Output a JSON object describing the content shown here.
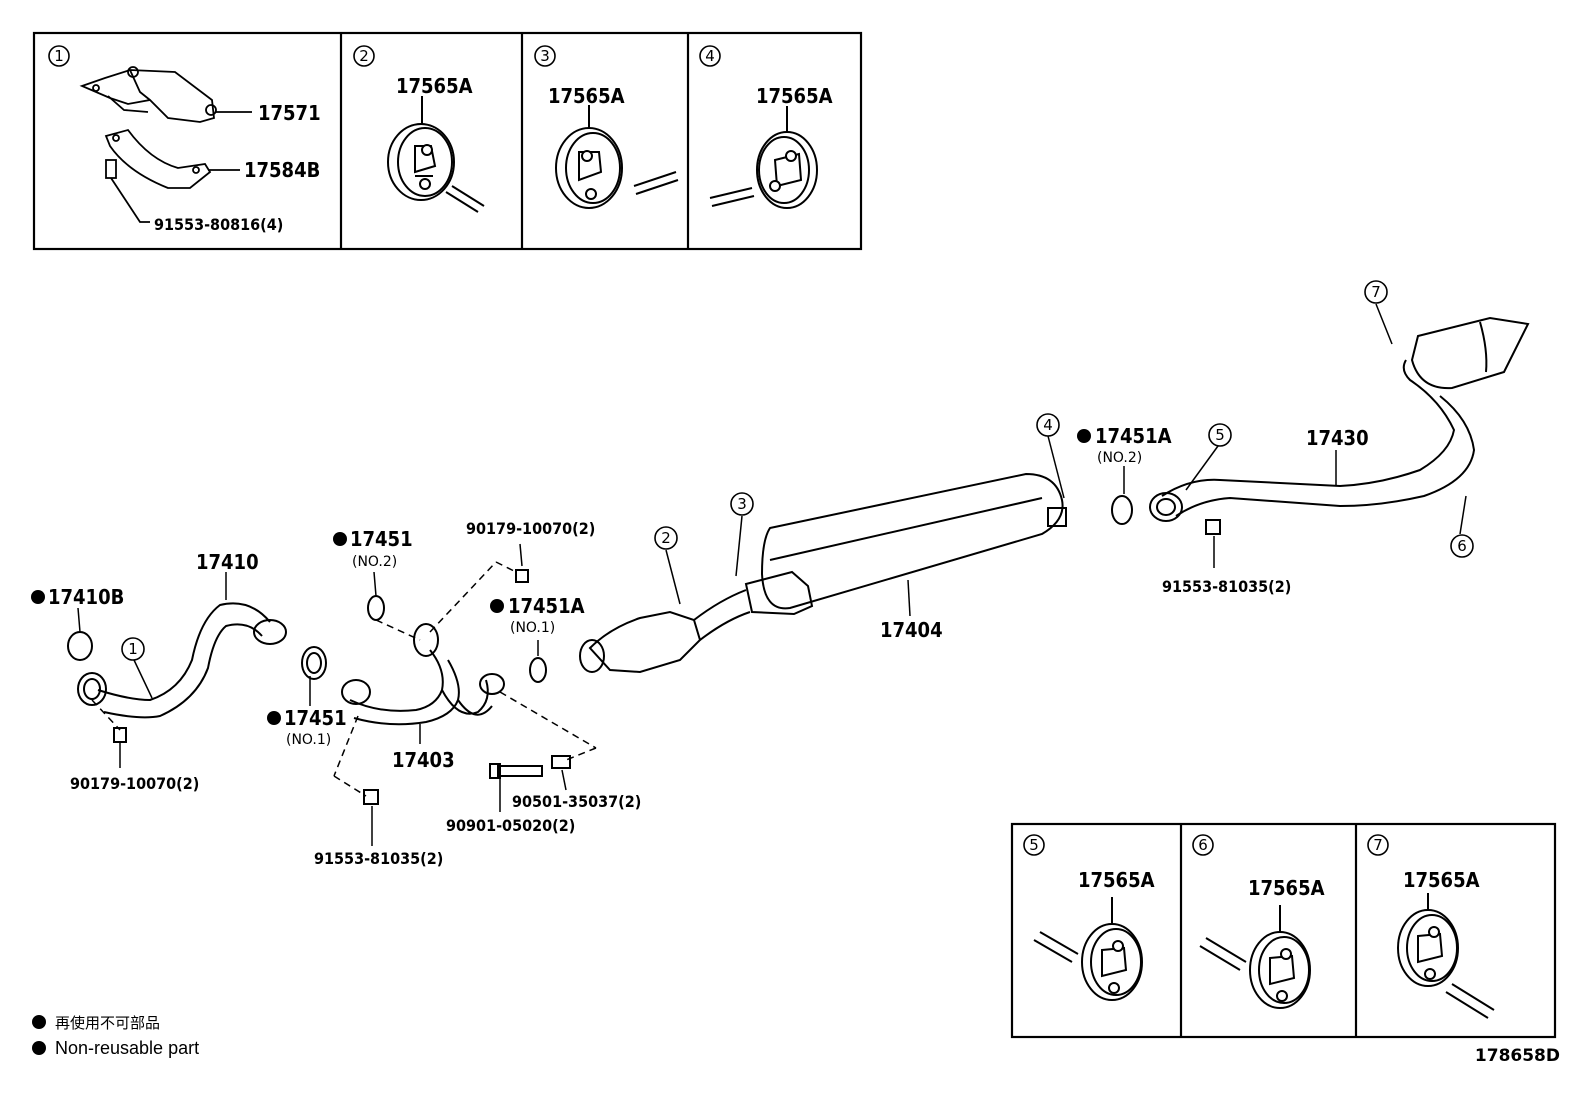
{
  "boxes_top": [
    {
      "no": "1",
      "parts": [
        "17571",
        "17584B",
        "91553-80816(4)"
      ]
    },
    {
      "no": "2",
      "parts": [
        "17565A"
      ]
    },
    {
      "no": "3",
      "parts": [
        "17565A"
      ]
    },
    {
      "no": "4",
      "parts": [
        "17565A"
      ]
    }
  ],
  "boxes_bottom": [
    {
      "no": "5",
      "parts": [
        "17565A"
      ]
    },
    {
      "no": "6",
      "parts": [
        "17565A"
      ]
    },
    {
      "no": "7",
      "parts": [
        "17565A"
      ]
    }
  ],
  "callouts": [
    "1",
    "2",
    "3",
    "4",
    "5",
    "6",
    "7"
  ],
  "parts": {
    "p17410B": "17410B",
    "p17410": "17410",
    "p90179_a": "90179-10070(2)",
    "p17451_no2": "17451",
    "p17451_no2_sub": "(NO.2)",
    "p17451_no1": "17451",
    "p17451_no1_sub": "(NO.1)",
    "p17403": "17403",
    "p91553_a": "91553-81035(2)",
    "p90179_b": "90179-10070(2)",
    "p17451A_no1": "17451A",
    "p17451A_no1_sub": "(NO.1)",
    "p90501": "90501-35037(2)",
    "p90901": "90901-05020(2)",
    "p17404": "17404",
    "p17451A_no2": "17451A",
    "p17451A_no2_sub": "(NO.2)",
    "p17430": "17430",
    "p91553_b": "91553-81035(2)"
  },
  "legend": {
    "cn": "再使用不可部品",
    "en": "Non-reusable part"
  },
  "drawing_code": "178658D"
}
